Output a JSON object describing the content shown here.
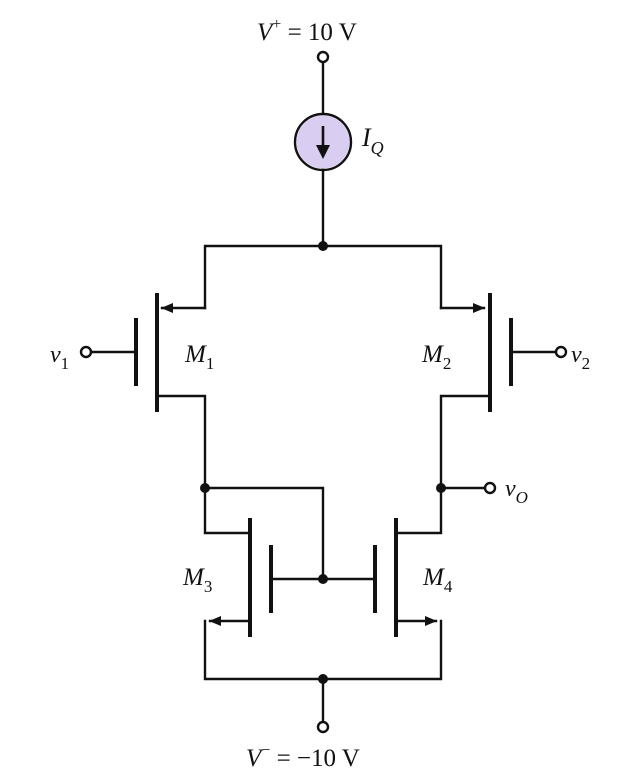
{
  "supply_top": {
    "symbol": "V",
    "sup": "+",
    "rest": " = 10 V"
  },
  "supply_bottom": {
    "symbol": "V",
    "sup": "−",
    "rest": " = −10 V"
  },
  "current_source": {
    "symbol": "I",
    "sub": "Q",
    "fill_color": "#d9cdf2"
  },
  "transistors": [
    {
      "symbol": "M",
      "sub": "1"
    },
    {
      "symbol": "M",
      "sub": "2"
    },
    {
      "symbol": "M",
      "sub": "3"
    },
    {
      "symbol": "M",
      "sub": "4"
    }
  ],
  "inputs": [
    {
      "symbol": "v",
      "sub": "1"
    },
    {
      "symbol": "v",
      "sub": "2"
    }
  ],
  "output": {
    "symbol": "v",
    "sub": "O"
  }
}
